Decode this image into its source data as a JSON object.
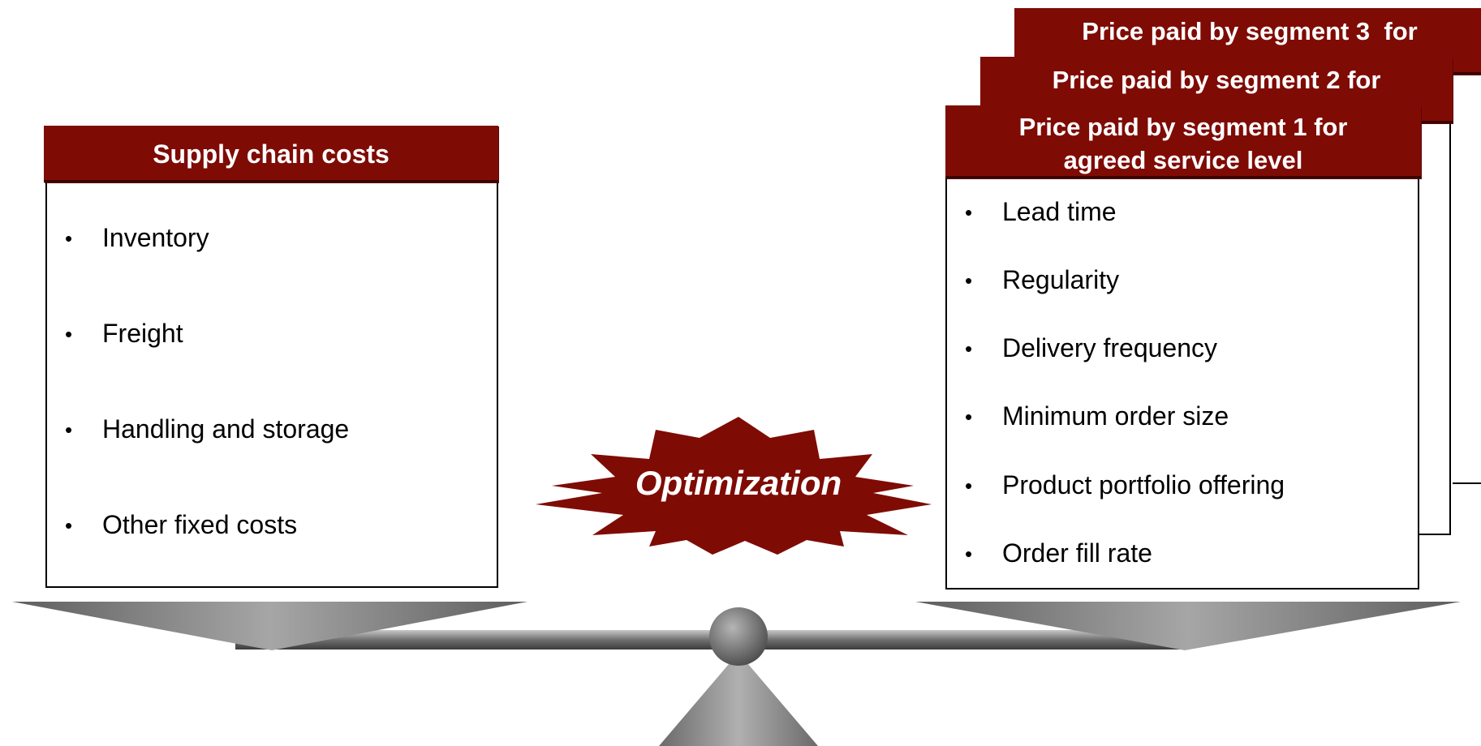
{
  "left_panel": {
    "header": "Supply chain costs",
    "items": [
      "Inventory",
      "Freight",
      "Handling and storage",
      "Other fixed costs"
    ]
  },
  "right_panel": {
    "segment3_header": "Price paid by segment 3  for",
    "segment2_header": "Price paid by segment 2 for",
    "segment1_header_line1": "Price paid by segment 1 for",
    "segment1_header_line2": "agreed service level",
    "items": [
      "Lead time",
      "Regularity",
      "Delivery frequency",
      "Minimum order size",
      "Product portfolio offering",
      "Order fill rate"
    ]
  },
  "center_label": "Optimization",
  "colors": {
    "header_red": "#7f0b05",
    "scale_gray": "#808080"
  }
}
